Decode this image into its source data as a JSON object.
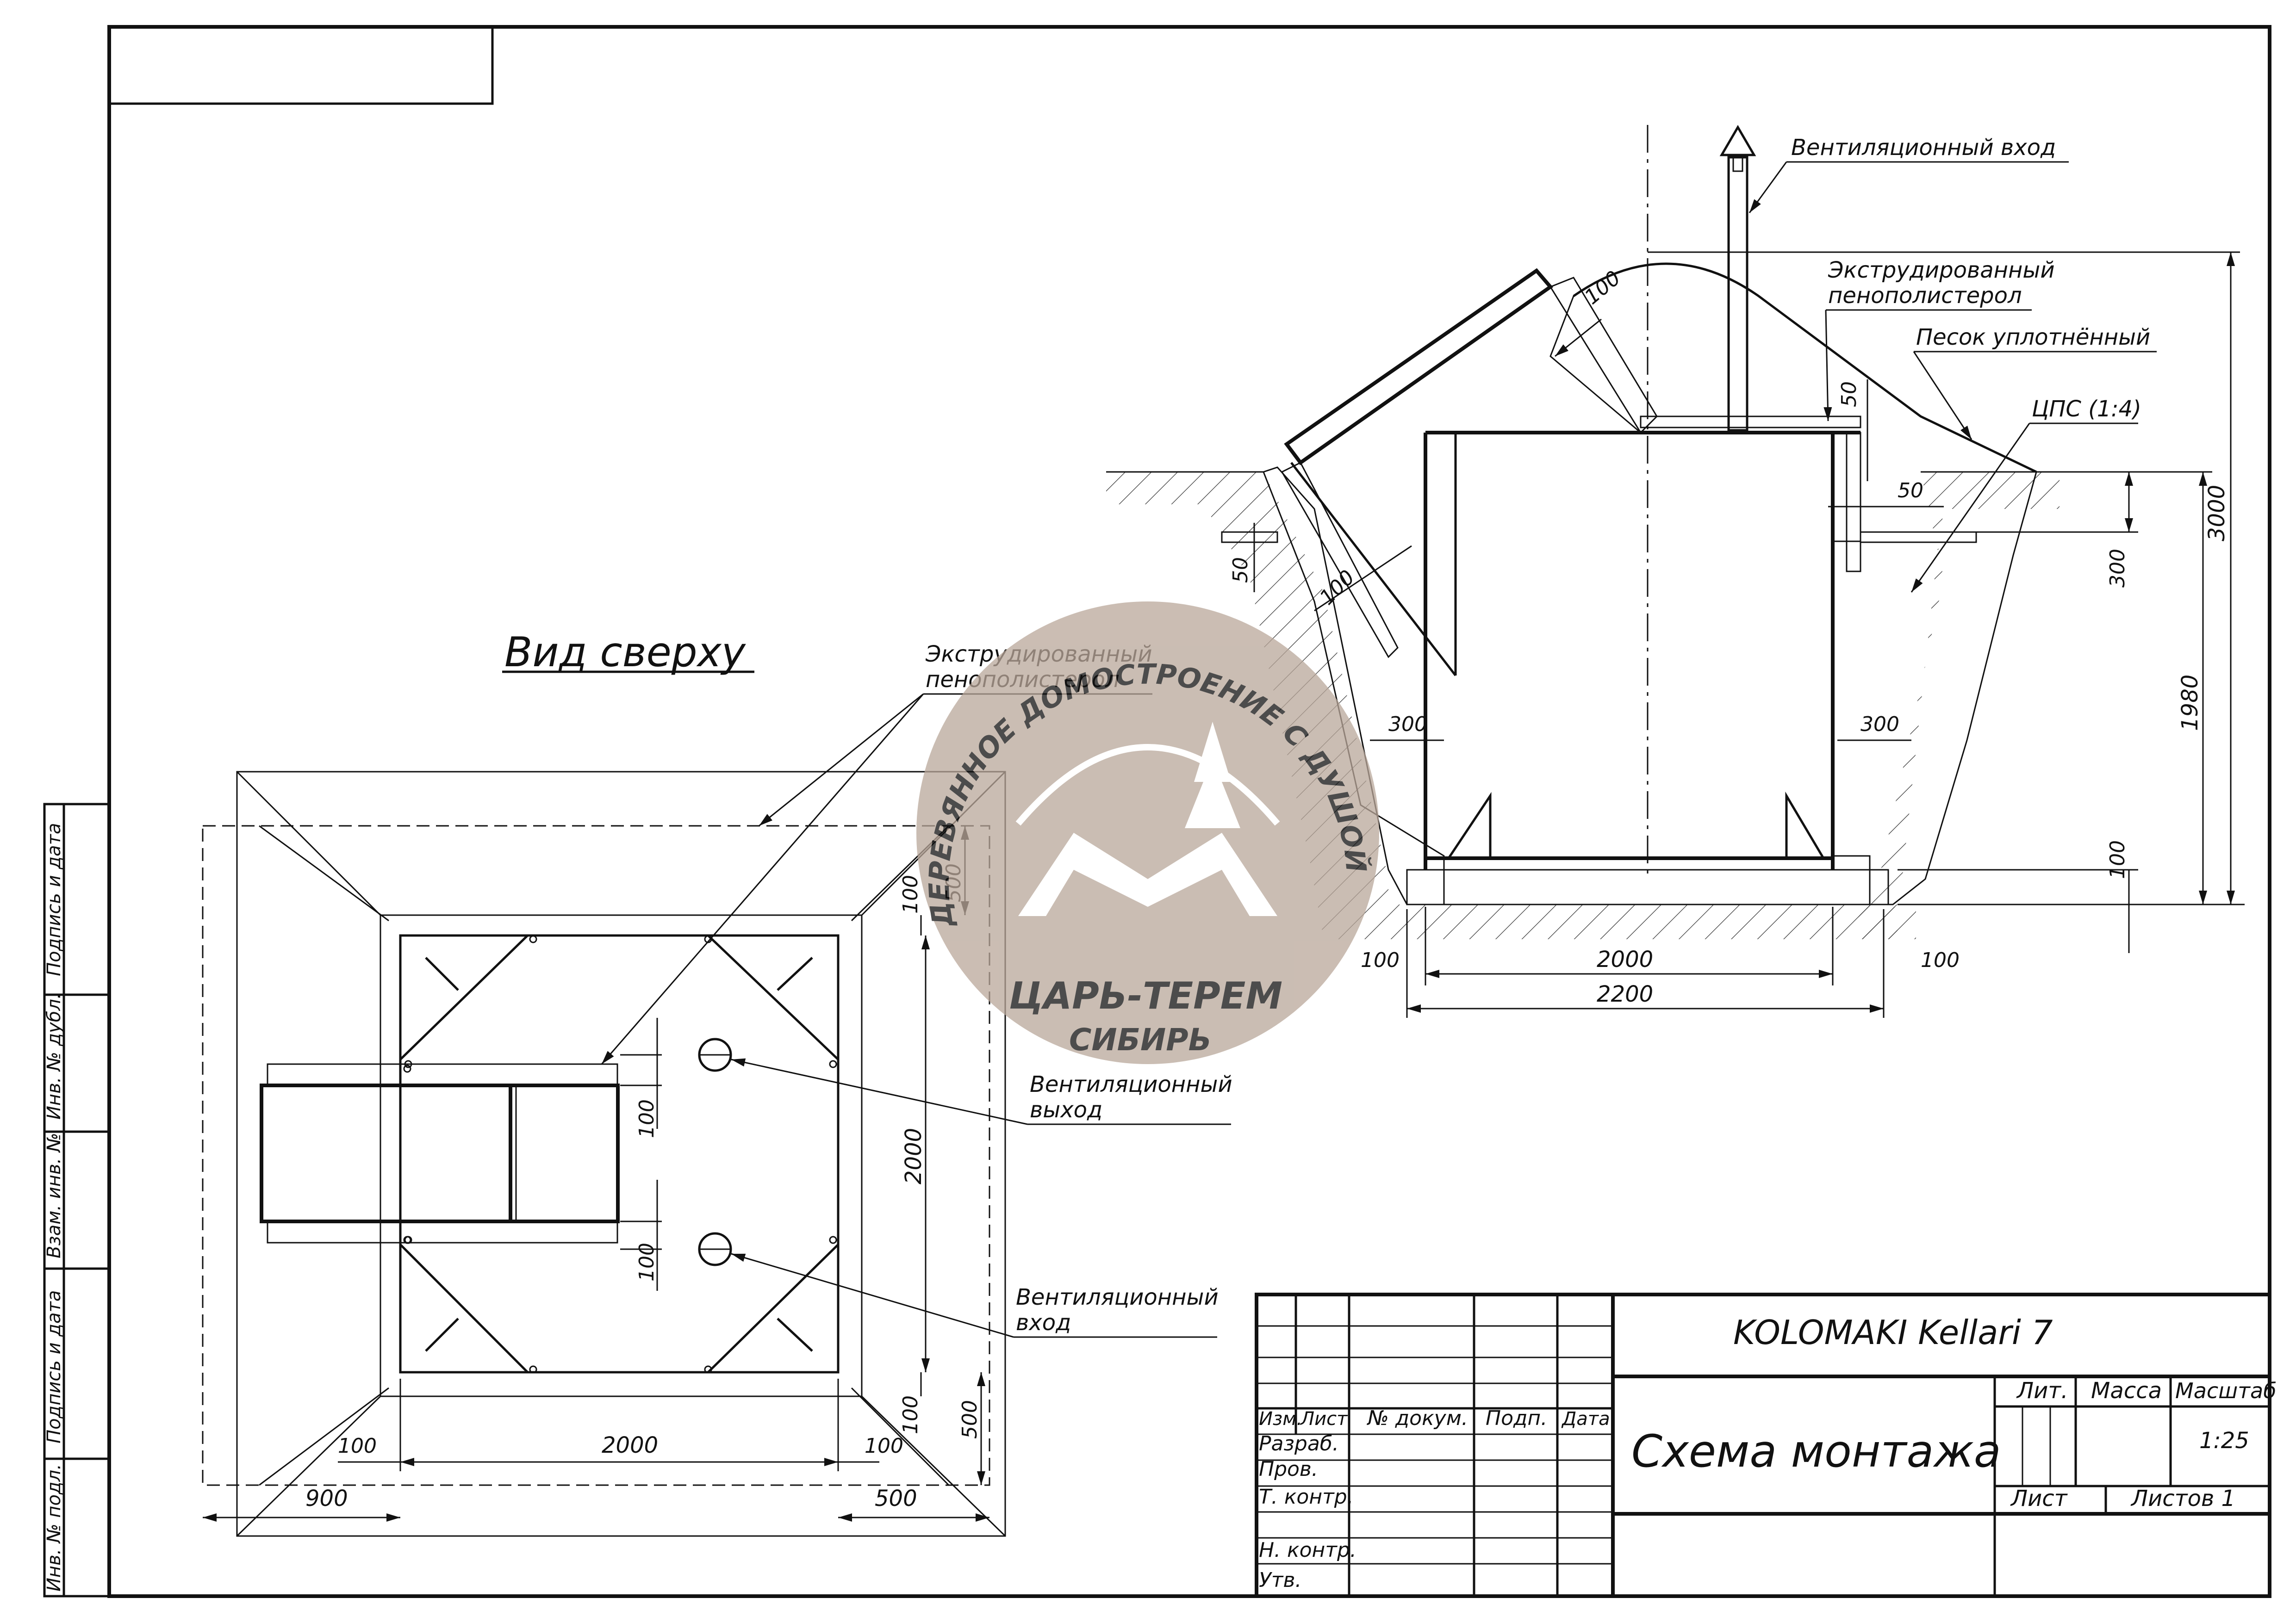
{
  "top_view": {
    "title": "Вид сверху",
    "insulation_label_1": "Экструдированный",
    "insulation_label_2": "пенополистерол",
    "vent_out_1": "Вентиляционный",
    "vent_out_2": "выход",
    "vent_in_1": "Вентиляционный",
    "vent_in_2": "вход",
    "dims": {
      "d500_top": "500",
      "d100_top": "100",
      "d100_a": "100",
      "d100_b": "100",
      "d2000_v": "2000",
      "d100_c": "100",
      "d500_br": "500",
      "d100_left": "100",
      "d2000_h": "2000",
      "d100_right": "100",
      "d900": "900",
      "d500_bottom": "500"
    }
  },
  "section": {
    "vent_in": "Вентиляционный вход",
    "xps_1": "Экструдированный",
    "xps_2": "пенополистерол",
    "sand": "Песок уплотнённый",
    "cps": "ЦПС (1:4)",
    "dims": {
      "d100_roof": "100",
      "d50_top": "50",
      "d50_side": "50",
      "d50_left": "50",
      "d100_slope": "100",
      "d300_left": "300",
      "d300_right": "300",
      "d300_v": "300",
      "d3000": "3000",
      "d1980": "1980",
      "d100_v": "100",
      "d100_bl": "100",
      "d2000": "2000",
      "d100_br": "100",
      "d2200": "2200"
    }
  },
  "watermark": {
    "arc_text": "ДЕРЕВЯННОЕ ДОМОСТРОЕНИЕ С ДУШОЙ",
    "brand_1": "ЦАРЬ-ТЕРЕМ",
    "brand_2": "СИБИРЬ",
    "color": "#b9a79a"
  },
  "side_stamp": {
    "f1": "Подпись и дата",
    "f2": "Инв. № дубл.",
    "f3": "Взам. инв. №",
    "f4": "Подпись и дата",
    "f5": "Инв. № подл."
  },
  "title_block": {
    "product": "KOLOMAKI Kellari 7",
    "drawing": "Схема монтажа",
    "izm": "Изм.",
    "list": "Лист",
    "doc": "№ докум.",
    "podp": "Подп.",
    "data": "Дата",
    "razrab": "Разраб.",
    "prov": "Пров.",
    "tkontr": "Т. контр.",
    "nkontr": "Н. контр.",
    "utv": "Утв.",
    "lit": "Лит.",
    "massa": "Масса",
    "masshtab": "Масштаб",
    "scale": "1:25",
    "sheet": "Лист",
    "sheets": "Листов 1"
  }
}
